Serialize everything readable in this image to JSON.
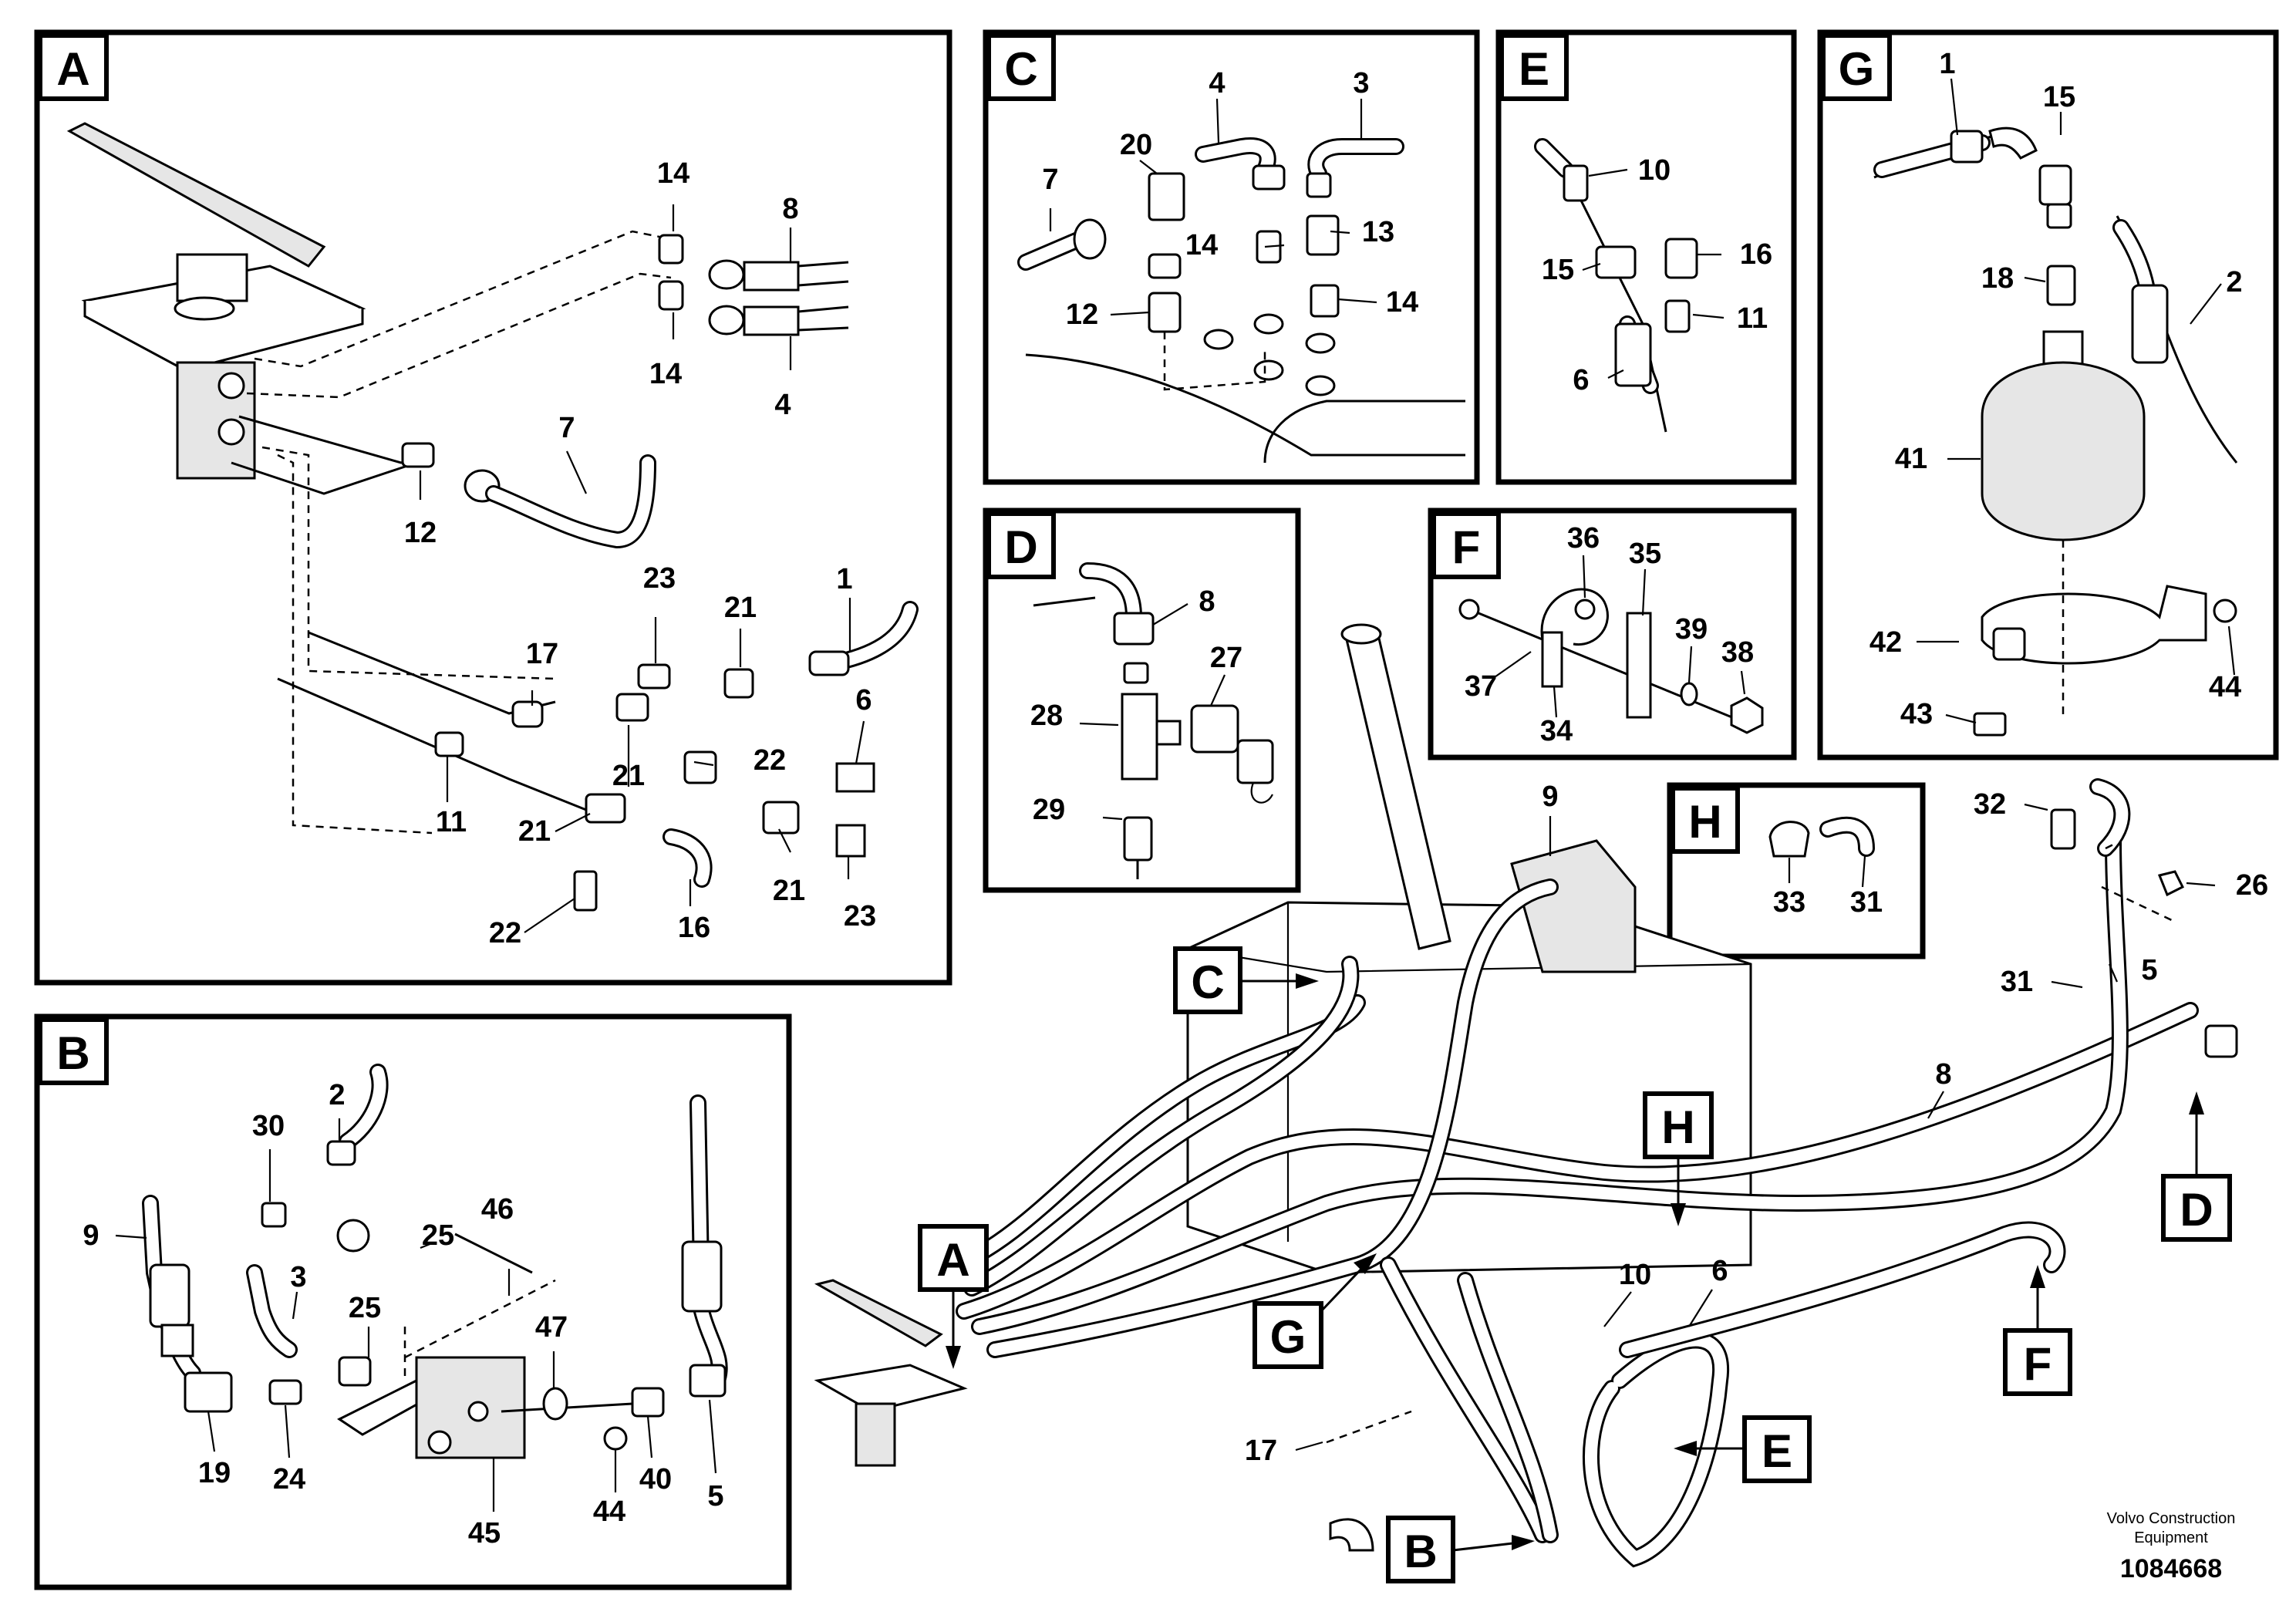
{
  "panels": {
    "A": {
      "letter": "A",
      "labels": [
        "14",
        "8",
        "14",
        "4",
        "7",
        "12",
        "23",
        "21",
        "1",
        "17",
        "21",
        "22",
        "6",
        "11",
        "21",
        "16",
        "21",
        "23",
        "22"
      ]
    },
    "B": {
      "letter": "B",
      "labels": [
        "2",
        "30",
        "9",
        "25",
        "46",
        "3",
        "25",
        "47",
        "19",
        "24",
        "45",
        "44",
        "40",
        "5"
      ]
    },
    "C": {
      "letter": "C",
      "labels": [
        "4",
        "3",
        "20",
        "7",
        "13",
        "14",
        "12",
        "14"
      ]
    },
    "D": {
      "letter": "D",
      "labels": [
        "8",
        "27",
        "28",
        "29"
      ]
    },
    "E": {
      "letter": "E",
      "labels": [
        "10",
        "15",
        "16",
        "11",
        "6"
      ]
    },
    "F": {
      "letter": "F",
      "labels": [
        "36",
        "35",
        "39",
        "38",
        "37",
        "34"
      ]
    },
    "G": {
      "letter": "G",
      "labels": [
        "1",
        "15",
        "18",
        "2",
        "41",
        "42",
        "44",
        "43"
      ]
    },
    "H": {
      "letter": "H",
      "labels": [
        "33",
        "31"
      ]
    }
  },
  "overview": {
    "callouts": [
      "A",
      "B",
      "C",
      "D",
      "E",
      "F",
      "G",
      "H"
    ],
    "labels": [
      "9",
      "32",
      "26",
      "31",
      "5",
      "8",
      "10",
      "6",
      "17"
    ]
  },
  "footer": {
    "brand_line1": "Volvo Construction",
    "brand_line2": "Equipment",
    "doc_number": "1084668"
  }
}
